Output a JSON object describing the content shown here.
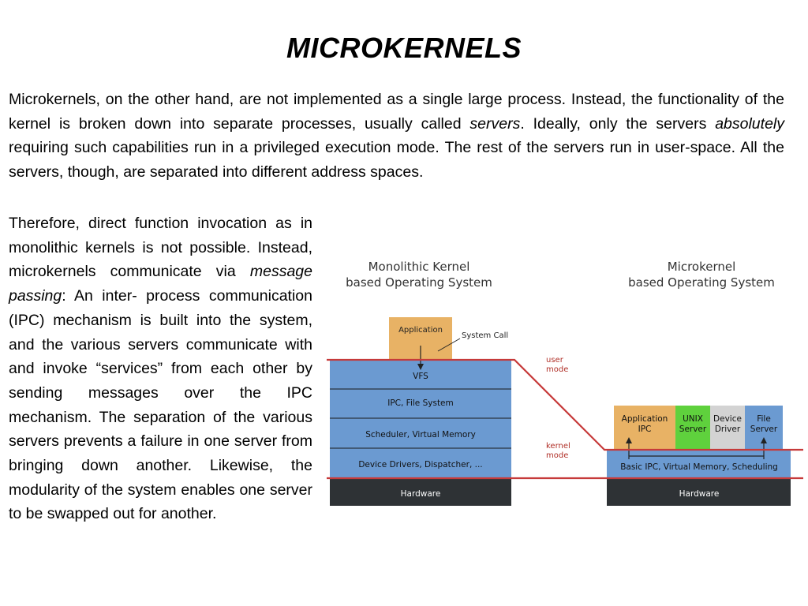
{
  "slide": {
    "title": "MICROKERNELS"
  },
  "intro": {
    "part1": "Microkernels, on the other hand, are not implemented as a single large process. Instead, the functionality of the kernel is broken down into separate processes, usually called ",
    "em1": "servers",
    "part2": ". Ideally, only the servers ",
    "em2": "absolutely",
    "part3": " requiring such capabilities run in a privileged execution mode. The rest of the servers run in user-space. All the servers, though, are separated into different address spaces."
  },
  "side": {
    "part1": "Therefore, direct function invocation as in monolithic kernels is not possible. Instead, microkernels communicate via ",
    "em1": "message passing",
    "part2": ": An inter- process communication (IPC) mechanism is built into the system, and the various servers communicate with and invoke “services” from each other by sending messages over the IPC mechanism. The separation of the various servers prevents a failure in one server from bringing down another. Likewise, the modularity of the system enables one server to be swapped out for another."
  },
  "diagram": {
    "colors": {
      "user_block": "#e8b265",
      "kernel_block": "#6b9ad1",
      "hardware": "#2e3235",
      "mode_line": "#c63a3a",
      "unix_server": "#5fd13d",
      "device_driver": "#d3d3d3",
      "file_server": "#6b9ad1"
    },
    "monolithic": {
      "title_line1": "Monolithic Kernel",
      "title_line2": "based Operating System",
      "application": "Application",
      "system_call": "System Call",
      "layers": [
        "VFS",
        "IPC, File System",
        "Scheduler, Virtual Memory",
        "Device Drivers, Dispatcher, ..."
      ],
      "hardware": "Hardware"
    },
    "mode_labels": {
      "user_line1": "user",
      "user_line2": "mode",
      "kernel_line1": "kernel",
      "kernel_line2": "mode"
    },
    "microkernel": {
      "title_line1": "Microkernel",
      "title_line2": "based Operating System",
      "servers": [
        {
          "line1": "Application",
          "line2": "IPC"
        },
        {
          "line1": "UNIX",
          "line2": "Server"
        },
        {
          "line1": "Device",
          "line2": "Driver"
        },
        {
          "line1": "File",
          "line2": "Server"
        }
      ],
      "kernel_layer": "Basic IPC, Virtual Memory, Scheduling",
      "hardware": "Hardware"
    }
  }
}
